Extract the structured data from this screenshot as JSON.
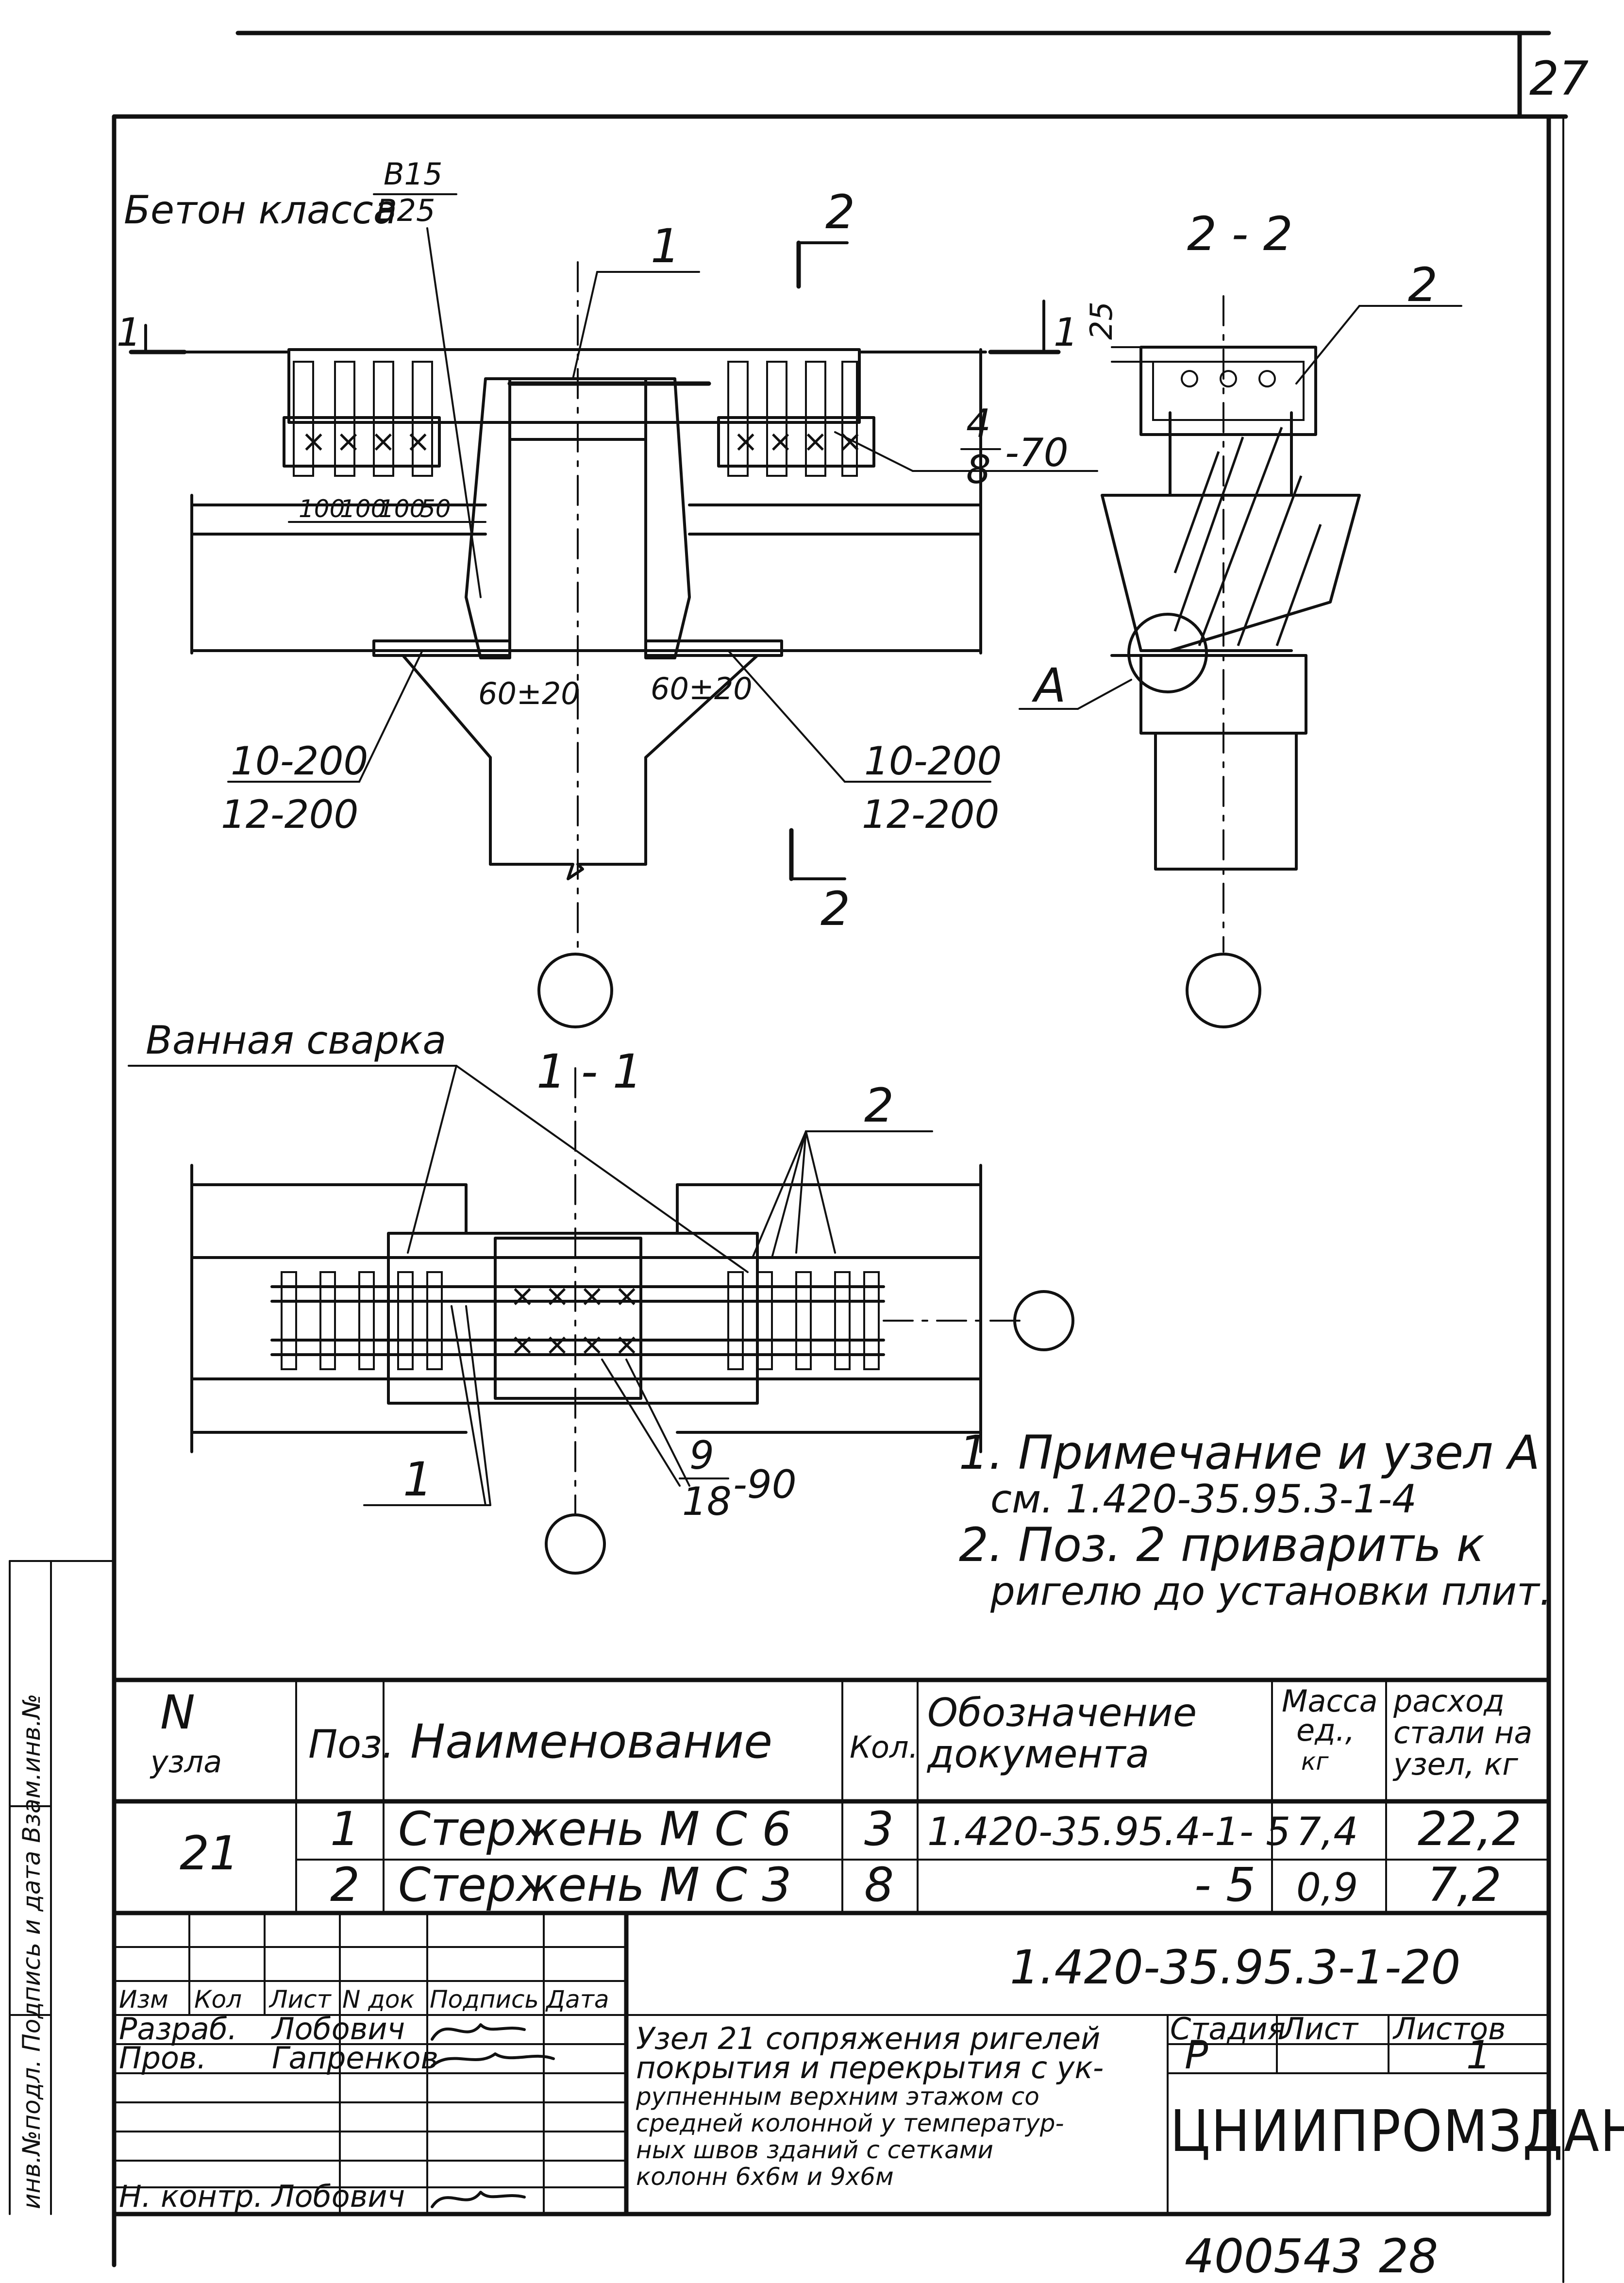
{
  "page_number": "27",
  "drawing_number": "1.420-35.95.3-1-20",
  "inventory_number": "400543",
  "inventory_suffix": "28",
  "side_stamp_label": "инв.№подл. Подпись и дата Взам.инв.№",
  "views": {
    "concrete_label": "Бетон класса",
    "concrete_class_top": "B15",
    "concrete_class_bottom": "B25",
    "section_2_2_title": "2 - 2",
    "section_1_1_title": "1 - 1",
    "cut_mark_1": "1",
    "cut_mark_2": "2",
    "pos_1": "1",
    "pos_2": "2",
    "rebar_note_num": "4",
    "rebar_note_den": "8",
    "rebar_note_len": "-70",
    "dim_25": "25",
    "dims_100": [
      "100",
      "100",
      "100",
      "50"
    ],
    "dim_60_20_left": "60±20",
    "dim_60_20_right": "60±20",
    "rebar_left_top": "10-200",
    "rebar_left_bottom": "12-200",
    "rebar_right_top": "10-200",
    "rebar_right_bottom": "12-200",
    "node_label": "А",
    "weld_label": "Ванная сварка",
    "weld_num": "9",
    "weld_den": "18",
    "weld_len": "-90"
  },
  "notes": [
    "1. Примечание и узел А",
    "см. 1.420-35.95.3-1-4",
    "2. Поз. 2 приварить к",
    "ригелю до установки плит."
  ],
  "spec_table": {
    "headers": [
      "N узла",
      "Поз.",
      "Наименование",
      "Кол.",
      "Обозначение документа",
      "Масса ед., кг",
      "расход стали на узел, кг"
    ],
    "node": "21",
    "rows": [
      {
        "pos": "1",
        "name": "Стержень  М С 6",
        "qty": "3",
        "doc": "1.420-35.95.4-1- 5",
        "mass": "7,4",
        "total": "22,2"
      },
      {
        "pos": "2",
        "name": "Стержень  М С 3",
        "qty": "8",
        "doc": "- 5",
        "mass": "0,9",
        "total": "7,2"
      }
    ]
  },
  "title_block": {
    "col_headers": [
      "Изм",
      "Кол",
      "Лист",
      "N док",
      "Подпись",
      "Дата"
    ],
    "roles": [
      {
        "role": "Разраб.",
        "name": "Лобович"
      },
      {
        "role": "Пров.",
        "name": "Гапренков"
      },
      {
        "role": "",
        "name": ""
      },
      {
        "role": "",
        "name": ""
      },
      {
        "role": "Н. контр.",
        "name": "Лобович"
      }
    ],
    "description": [
      "Узел 21 сопряжения ригелей",
      "покрытия и перекрытия с ук-",
      "рупненным верхним этажом со",
      "средней колонной у температур-",
      "ных швов зданий с сетками",
      "колонн 6х6м и 9х6м"
    ],
    "stage_label": "Стадия",
    "sheet_label": "Лист",
    "sheets_label": "Листов",
    "stage": "Р",
    "sheets": "1",
    "organization": "ЦНИИПРОМЗДАНИЙ"
  }
}
